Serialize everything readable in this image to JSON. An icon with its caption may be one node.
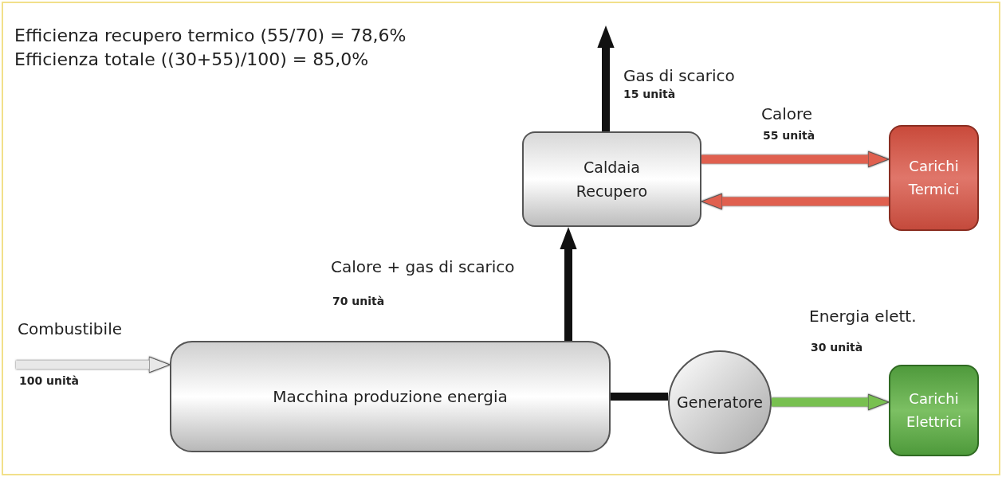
{
  "diagram": {
    "nodes": [
      {
        "text": [
          "Caldaia Recupero"
        ]
      },
      {
        "text": [
          "Carichi Termici"
        ]
      },
      {
        "text": [
          "Macchina produzione energia"
        ]
      },
      {
        "text": [
          "Generatore"
        ]
      },
      {
        "text": [
          "Carichi Elettrici"
        ]
      }
    ],
    "edges": [
      {
        "from": 0,
        "to": null,
        "arrow": "to",
        "label": "Gas di scarico"
      },
      {
        "from": 0,
        "to": 1,
        "arrow": "to",
        "label": "Calore",
        "color": "#e0604f"
      },
      {
        "from": 1,
        "to": 0,
        "arrow": "to",
        "color": "#e0604f"
      },
      {
        "from": 2,
        "to": 0,
        "arrow": "to",
        "label": "Calore + gas di scarico"
      },
      {
        "from": null,
        "to": 2,
        "arrow": "to",
        "label": "Combustibile",
        "color": "#e8e8e8"
      },
      {
        "from": 2,
        "to": 3,
        "arrow": "none"
      },
      {
        "from": 3,
        "to": 4,
        "arrow": "to",
        "label": "Energia elett.",
        "color": "#78c050"
      }
    ],
    "labels": [
      "Efficienza recupero termico (55/70) = 78,6%",
      "Efficienza totale ((30+55)/100) = 85,0%",
      "15 unità",
      "55 unità",
      "70 unità",
      "100 unità",
      "30 unità"
    ]
  }
}
